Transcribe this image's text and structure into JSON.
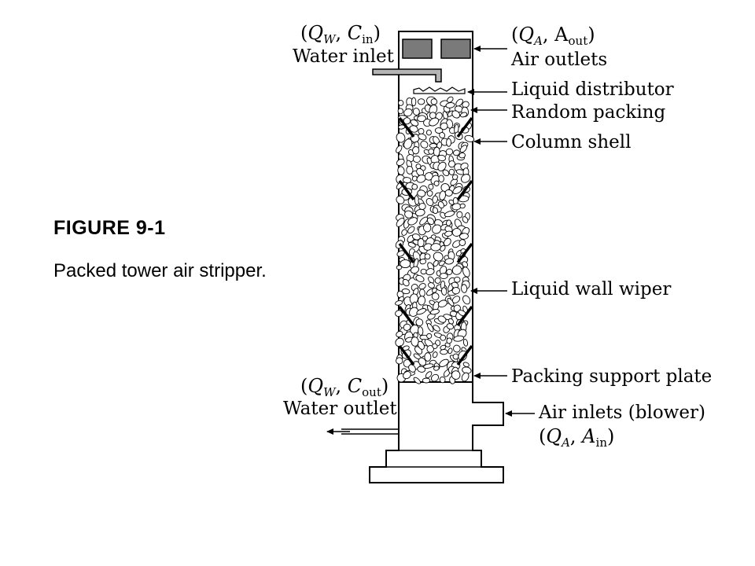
{
  "figure": {
    "title": "FIGURE 9-1",
    "caption": "Packed tower air stripper."
  },
  "labels": {
    "water_inlet_vars": {
      "open": "(",
      "q": "Q",
      "q_sub": "W",
      "sep": ", ",
      "c": "C",
      "c_sub": "in",
      "close": ")"
    },
    "water_inlet": "Water inlet",
    "air_outlet_vars": {
      "open": "(",
      "q": "Q",
      "q_sub": "A",
      "sep": ", ",
      "c": "A",
      "c_sub": "out",
      "close": ")"
    },
    "air_outlets": "Air outlets",
    "liquid_distributor": "Liquid distributor",
    "random_packing": "Random packing",
    "column_shell": "Column shell",
    "liquid_wall_wiper": "Liquid wall wiper",
    "packing_support_plate": "Packing support plate",
    "water_outlet_vars": {
      "open": "(",
      "q": "Q",
      "q_sub": "W",
      "sep": ", ",
      "c": "C",
      "c_sub": "out",
      "close": ")"
    },
    "water_outlet": "Water outlet",
    "air_inlets": "Air inlets (blower)",
    "air_inlet_vars": {
      "open": "(",
      "q": "Q",
      "q_sub": "A",
      "sep": ", ",
      "c": "A",
      "c_sub": "in",
      "close": ")"
    }
  },
  "colors": {
    "outline": "#000000",
    "vent_fill": "#7a7a7a",
    "pipe_fill": "#b4b4b4",
    "packing_fill": "#ffffff",
    "background": "#ffffff"
  }
}
